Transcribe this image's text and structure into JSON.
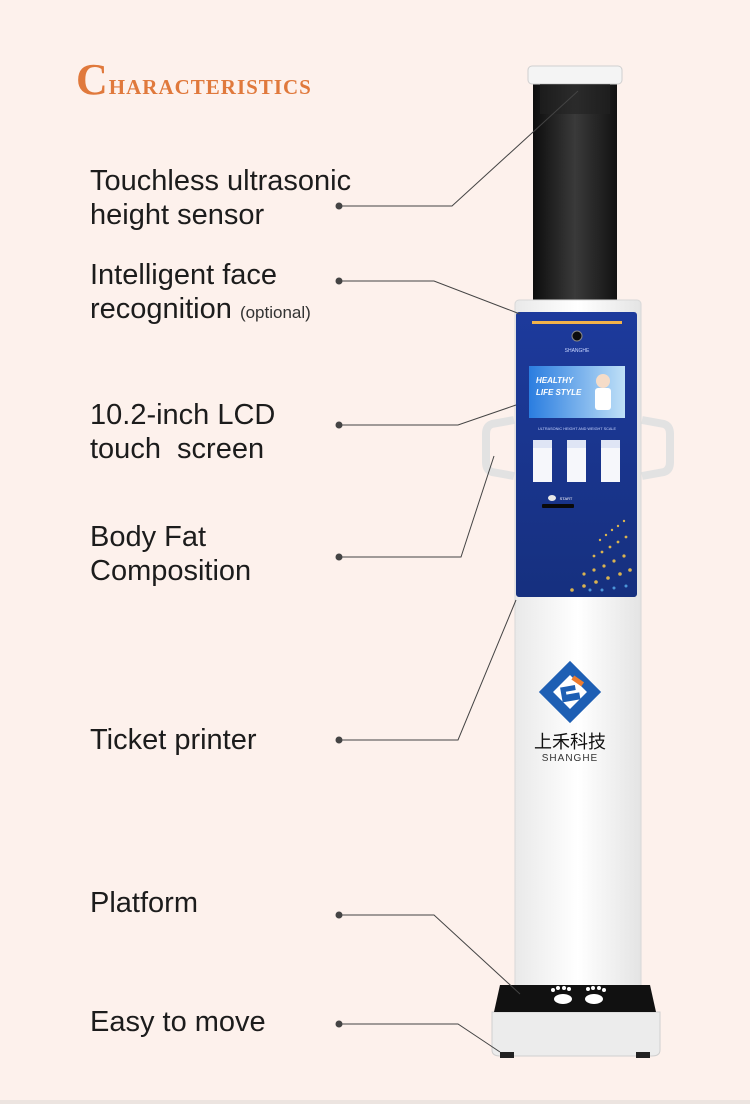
{
  "title": "Characteristics",
  "features": [
    {
      "lines": [
        "Touchless ultrasonic",
        "height sensor"
      ]
    },
    {
      "lines": [
        "Intelligent face",
        "recognition"
      ],
      "note": "(optional)"
    },
    {
      "lines": [
        "10.2-inch LCD",
        "touch  screen"
      ]
    },
    {
      "lines": [
        "Body Fat",
        "Composition"
      ]
    },
    {
      "lines": [
        "Ticket printer"
      ]
    },
    {
      "lines": [
        "Platform"
      ]
    },
    {
      "lines": [
        "Easy to move"
      ]
    }
  ],
  "device": {
    "brand_small": "SHANGHE",
    "screen_banner": [
      "HEALTHY",
      "LIFE STYLE"
    ],
    "screen_subtitle": "ULTRASONIC HEIGHT AND WEIGHT SCALE",
    "start_label": "START",
    "logo_cn": "上禾科技",
    "logo_en": "SHANGHE"
  },
  "colors": {
    "title": "#e0793c",
    "screen_blue": "#1f3fa8",
    "logo_blue": "#1e5fb4",
    "logo_orange": "#ef7c2e"
  }
}
